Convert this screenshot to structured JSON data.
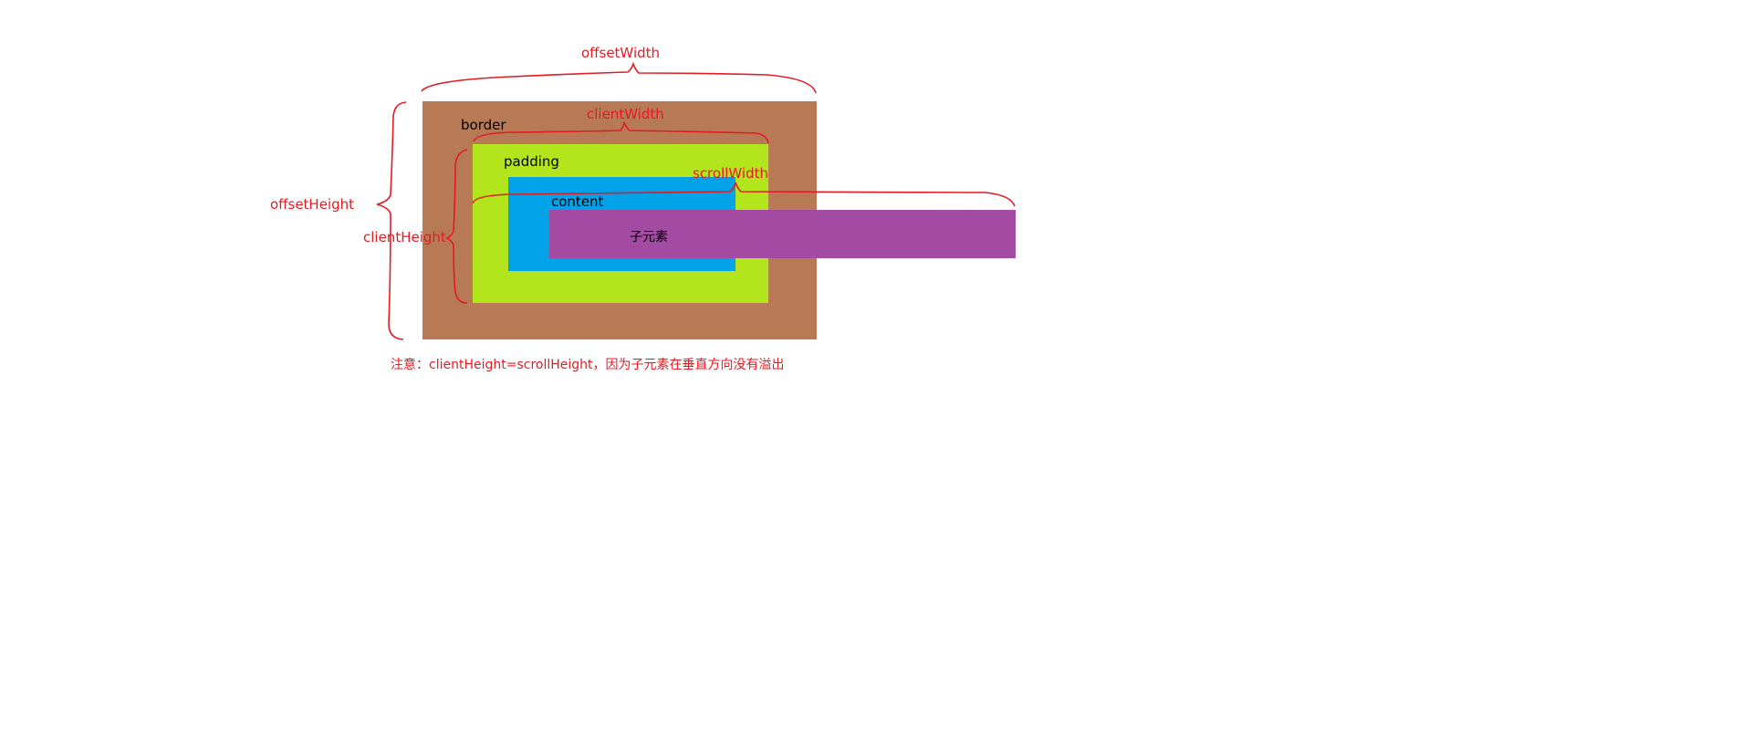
{
  "colors": {
    "border": "#b87a55",
    "padding": "#b3e51c",
    "content": "#00a2e8",
    "child": "#a34ba3",
    "annotation": "#e31b23",
    "box_label": "#000000"
  },
  "boxes": {
    "border_label": "border",
    "padding_label": "padding",
    "content_label": "content",
    "child_label": "子元素"
  },
  "annotations": {
    "offset_width": "offsetWidth",
    "client_width": "clientWidth",
    "scroll_width": "scrollWidth",
    "offset_height": "offsetHeight",
    "client_height": "clientHeight"
  },
  "note": "注意：clientHeight=scrollHeight，因为子元素在垂直方向没有溢出"
}
